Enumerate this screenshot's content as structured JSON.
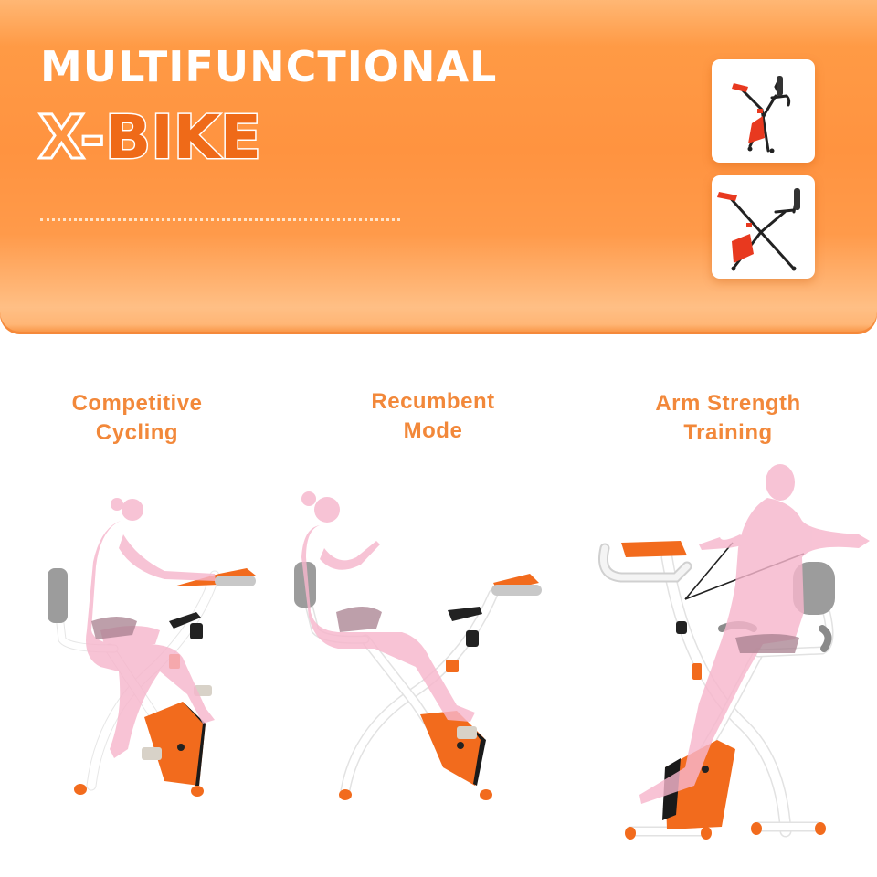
{
  "banner": {
    "title_line_1": "MULTIFUNCTIONAL",
    "title_line_2_prefix": "X-",
    "title_line_2_main": "BIKE",
    "colors": {
      "banner_orange": "#ff9340",
      "banner_light": "#ffbf85",
      "accent_dark_orange": "#ef6a18",
      "title_white": "#ffffff"
    },
    "thumbnails": [
      {
        "name": "folded-bike-upright-view",
        "frame_color": "#222222",
        "accent_color": "#e8391f"
      },
      {
        "name": "unfolded-bike-side-view",
        "frame_color": "#222222",
        "accent_color": "#e8391f"
      }
    ]
  },
  "modes": [
    {
      "line_1": "Competitive",
      "line_2": "Cycling",
      "icon": "upright-cycling-illustration"
    },
    {
      "line_1": "Recumbent",
      "line_2": "Mode",
      "icon": "recumbent-cycling-illustration"
    },
    {
      "line_1": "Arm Strength",
      "line_2": "Training",
      "icon": "arm-band-training-illustration"
    }
  ],
  "colors": {
    "label_orange": "#f2883a",
    "silhouette_pink": "#f6b6cc",
    "bike_orange": "#f26b1d",
    "bike_white": "#ffffff",
    "bike_grey": "#9a9a9a"
  }
}
